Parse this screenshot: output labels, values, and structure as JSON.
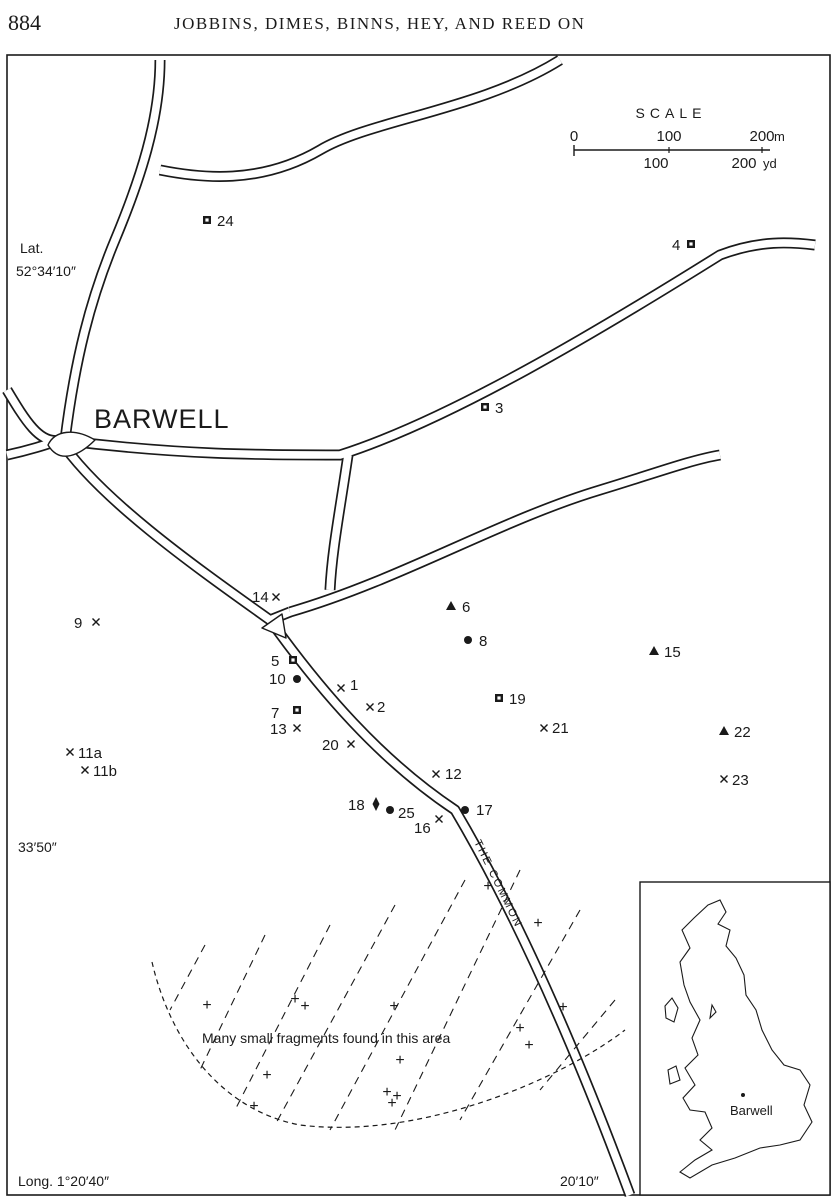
{
  "header": {
    "page_number": "884",
    "running_title": "JOBBINS, DIMES, BINNS, HEY, AND REED ON"
  },
  "map": {
    "town_label": "BARWELL",
    "road_label": "THE COMMON",
    "scale": {
      "title": "SCALE",
      "metre_ticks": [
        "0",
        "100",
        "200"
      ],
      "metre_unit": "m",
      "yard_ticks": [
        "100",
        "200"
      ],
      "yard_unit": "yd"
    },
    "graticule": {
      "lat_label": "Lat.",
      "lat_top": "52°34′10″",
      "lat_bottom": "33′50″",
      "long_left": "Long. 1°20′40″",
      "long_right": "20′10″"
    },
    "area_note": "Many small fragments found in this area",
    "inset_label": "Barwell",
    "finds": [
      {
        "label": "24",
        "symbol": "square-dot"
      },
      {
        "label": "4",
        "symbol": "square-dot"
      },
      {
        "label": "3",
        "symbol": "square-dot"
      },
      {
        "label": "14",
        "symbol": "cross"
      },
      {
        "label": "9",
        "symbol": "cross"
      },
      {
        "label": "6",
        "symbol": "triangle"
      },
      {
        "label": "8",
        "symbol": "dot"
      },
      {
        "label": "15",
        "symbol": "triangle"
      },
      {
        "label": "5",
        "symbol": "square-dot"
      },
      {
        "label": "10",
        "symbol": "dot"
      },
      {
        "label": "1",
        "symbol": "cross"
      },
      {
        "label": "19",
        "symbol": "square-dot"
      },
      {
        "label": "7",
        "symbol": "square-dot"
      },
      {
        "label": "2",
        "symbol": "cross"
      },
      {
        "label": "13",
        "symbol": "cross"
      },
      {
        "label": "21",
        "symbol": "cross"
      },
      {
        "label": "22",
        "symbol": "triangle"
      },
      {
        "label": "20",
        "symbol": "cross"
      },
      {
        "label": "11a",
        "symbol": "cross"
      },
      {
        "label": "11b",
        "symbol": "cross"
      },
      {
        "label": "12",
        "symbol": "cross"
      },
      {
        "label": "23",
        "symbol": "cross"
      },
      {
        "label": "18",
        "symbol": "diamond"
      },
      {
        "label": "25",
        "symbol": "dot"
      },
      {
        "label": "17",
        "symbol": "dot"
      },
      {
        "label": "16",
        "symbol": "cross"
      }
    ]
  }
}
